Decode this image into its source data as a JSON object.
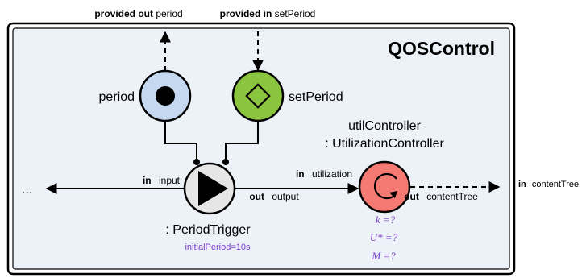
{
  "top_labels": {
    "provided_out": {
      "keyword": "provided out",
      "name": "period"
    },
    "provided_in": {
      "keyword": "provided in",
      "name": "setPeriod"
    }
  },
  "component": {
    "title": "QOSControl"
  },
  "ports": {
    "period_label": "period",
    "set_period_label": "setPeriod"
  },
  "trigger": {
    "label": ": PeriodTrigger",
    "parameter": "initialPeriod=10s",
    "input": {
      "keyword": "in",
      "name": "input"
    },
    "output": {
      "keyword": "out",
      "name": "output"
    }
  },
  "controller": {
    "name_line1": "utilController",
    "name_line2": ": UtilizationController",
    "input": {
      "keyword": "in",
      "name": "utilization"
    },
    "output": {
      "keyword": "out",
      "name": "contentTree"
    },
    "params": [
      "k =?",
      "U* =?",
      "M =?"
    ]
  },
  "external": {
    "left_ellipsis": "...",
    "right": {
      "keyword": "in",
      "name": "contentTree"
    }
  },
  "colors": {
    "component_fill": "#edf1f8",
    "period_port": "#c6d8f0",
    "set_period_port": "#8bc43f",
    "trigger_fill": "#e6e6e6",
    "controller_fill": "#f57a73",
    "param_text": "#7b40c7"
  }
}
